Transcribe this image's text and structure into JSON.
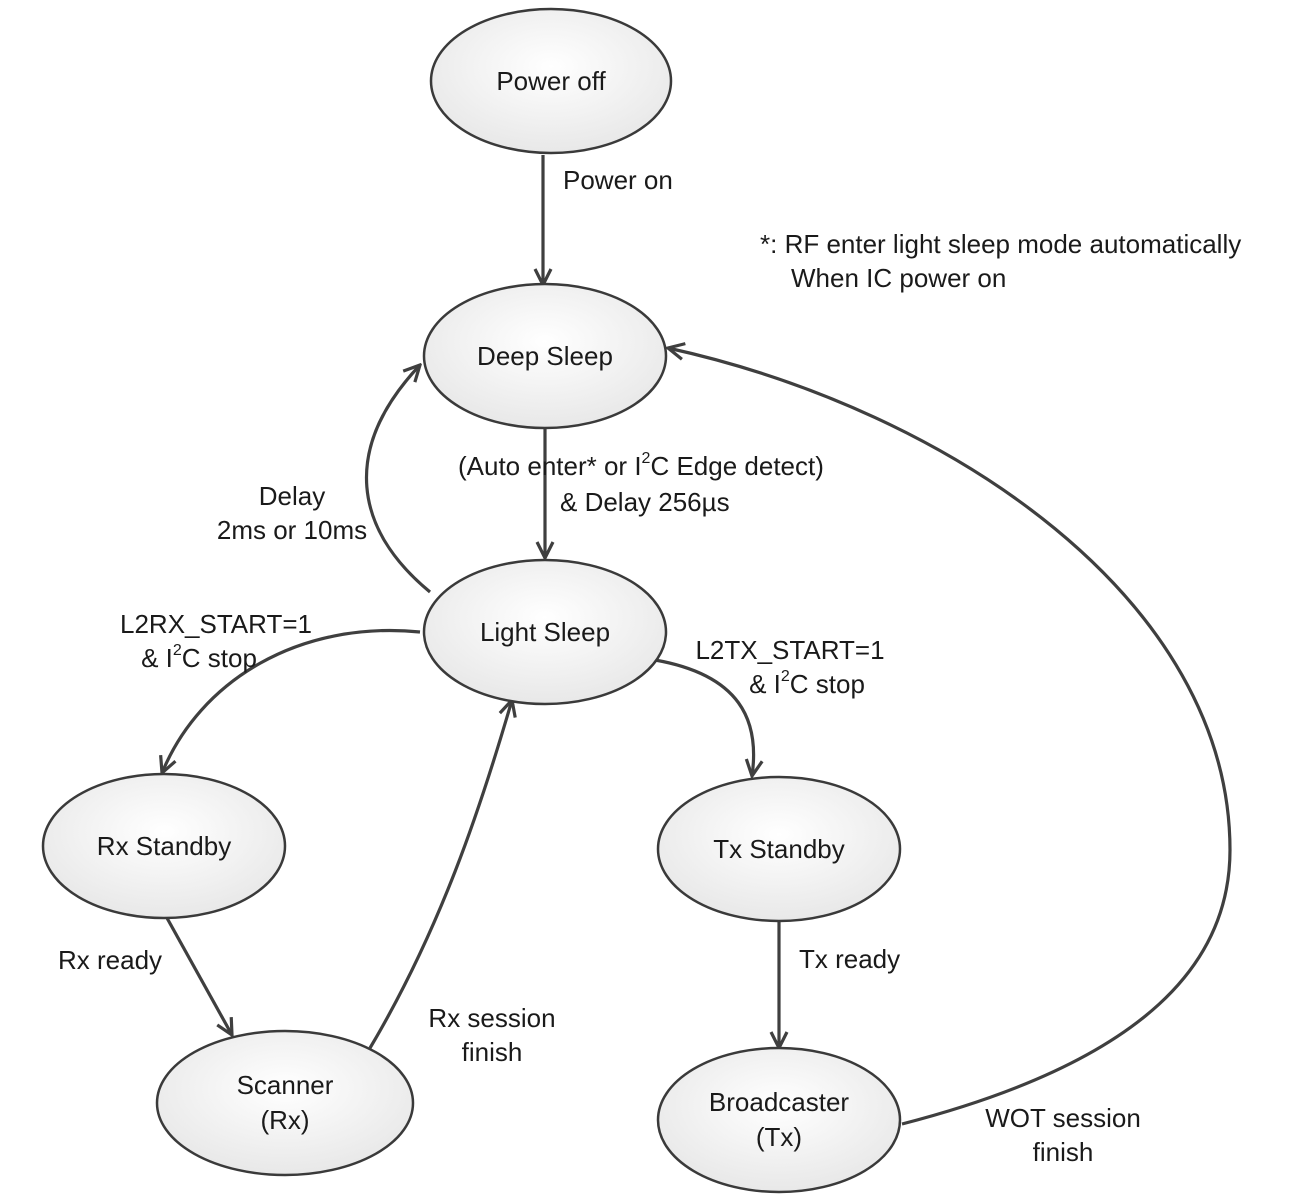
{
  "states": {
    "power_off": "Power off",
    "deep_sleep": "Deep Sleep",
    "light_sleep": "Light Sleep",
    "rx_standby": "Rx Standby",
    "tx_standby": "Tx Standby",
    "scanner_line1": "Scanner",
    "scanner_line2": "(Rx)",
    "broadcaster_line1": "Broadcaster",
    "broadcaster_line2": "(Tx)"
  },
  "transitions": {
    "power_on": "Power on",
    "delay_line1": "Delay",
    "delay_line2": "2ms or 10ms",
    "auto_enter_a": "(Auto enter* or I",
    "auto_enter_sup": "2",
    "auto_enter_b": "C Edge detect)",
    "auto_enter_line2": "&  Delay 256µs",
    "l2rx_line1": "L2RX_START=1",
    "l2rx_line2_a": "& I",
    "l2rx_line2_sup": "2",
    "l2rx_line2_b": "C stop",
    "l2tx_line1": "L2TX_START=1",
    "l2tx_line2_a": "& I",
    "l2tx_line2_sup": "2",
    "l2tx_line2_b": "C stop",
    "rx_ready": "Rx ready",
    "tx_ready": "Tx ready",
    "rx_session_line1": "Rx session",
    "rx_session_line2": "finish",
    "wot_session_line1": "WOT session",
    "wot_session_line2": "finish"
  },
  "note": {
    "line1": "*: RF enter light sleep mode automatically",
    "line2": "When IC power on"
  }
}
